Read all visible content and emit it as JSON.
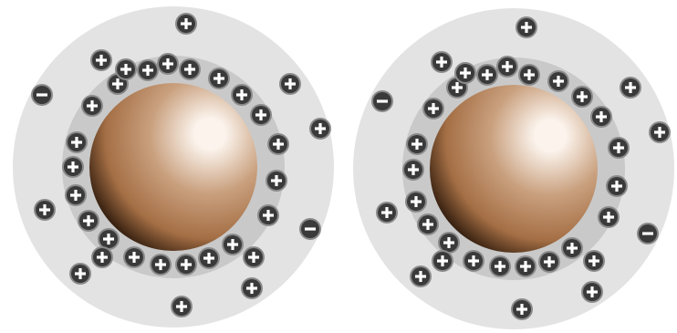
{
  "colors": {
    "background": "#ffffff",
    "diffuse_layer": "#e3e3e3",
    "stern_layer": "#c9c9c9",
    "ion_fill": "#3a3a3a",
    "ion_ring": "#8a8a8a",
    "ion_symbol": "#ffffff",
    "particle_highlight": "#fbf3ec",
    "particle_mid": "#c9a07e",
    "particle_base": "#a56f45",
    "particle_shadow": "#2e1a0c"
  },
  "icons": {
    "positive": "plus-ion-icon",
    "negative": "minus-ion-icon"
  },
  "particles": [
    {
      "ions": [
        {
          "id": "p1",
          "sign": "+"
        },
        {
          "id": "p2",
          "sign": "+"
        },
        {
          "id": "p3",
          "sign": "+"
        },
        {
          "id": "p4",
          "sign": "+"
        },
        {
          "id": "p5",
          "sign": "+"
        },
        {
          "id": "p6",
          "sign": "+"
        },
        {
          "id": "p7",
          "sign": "+"
        },
        {
          "id": "p8",
          "sign": "+"
        },
        {
          "id": "p9",
          "sign": "+"
        },
        {
          "id": "p10",
          "sign": "+"
        },
        {
          "id": "p11",
          "sign": "+"
        },
        {
          "id": "p12",
          "sign": "+"
        },
        {
          "id": "p13",
          "sign": "+"
        },
        {
          "id": "p14",
          "sign": "+"
        },
        {
          "id": "p15",
          "sign": "+"
        },
        {
          "id": "p16",
          "sign": "+"
        },
        {
          "id": "p17",
          "sign": "+"
        },
        {
          "id": "p18",
          "sign": "+"
        },
        {
          "id": "p19",
          "sign": "+"
        },
        {
          "id": "p20",
          "sign": "+"
        },
        {
          "id": "p21",
          "sign": "+"
        },
        {
          "id": "p22",
          "sign": "+"
        },
        {
          "id": "p23",
          "sign": "+"
        },
        {
          "id": "p24",
          "sign": "+"
        },
        {
          "id": "p25",
          "sign": "+"
        },
        {
          "id": "p26",
          "sign": "+"
        },
        {
          "id": "p27",
          "sign": "+"
        },
        {
          "id": "p28",
          "sign": "+"
        },
        {
          "id": "p29",
          "sign": "+"
        },
        {
          "id": "p30",
          "sign": "+"
        },
        {
          "id": "p31",
          "sign": "+"
        },
        {
          "id": "p32",
          "sign": "+"
        },
        {
          "id": "n1",
          "sign": "−"
        },
        {
          "id": "n2",
          "sign": "−"
        }
      ]
    },
    {
      "ions": [
        {
          "id": "p1",
          "sign": "+"
        },
        {
          "id": "p2",
          "sign": "+"
        },
        {
          "id": "p3",
          "sign": "+"
        },
        {
          "id": "p4",
          "sign": "+"
        },
        {
          "id": "p5",
          "sign": "+"
        },
        {
          "id": "p6",
          "sign": "+"
        },
        {
          "id": "p7",
          "sign": "+"
        },
        {
          "id": "p8",
          "sign": "+"
        },
        {
          "id": "p9",
          "sign": "+"
        },
        {
          "id": "p10",
          "sign": "+"
        },
        {
          "id": "p11",
          "sign": "+"
        },
        {
          "id": "p12",
          "sign": "+"
        },
        {
          "id": "p13",
          "sign": "+"
        },
        {
          "id": "p14",
          "sign": "+"
        },
        {
          "id": "p15",
          "sign": "+"
        },
        {
          "id": "p16",
          "sign": "+"
        },
        {
          "id": "p17",
          "sign": "+"
        },
        {
          "id": "p18",
          "sign": "+"
        },
        {
          "id": "p19",
          "sign": "+"
        },
        {
          "id": "p20",
          "sign": "+"
        },
        {
          "id": "p21",
          "sign": "+"
        },
        {
          "id": "p22",
          "sign": "+"
        },
        {
          "id": "p23",
          "sign": "+"
        },
        {
          "id": "p24",
          "sign": "+"
        },
        {
          "id": "p25",
          "sign": "+"
        },
        {
          "id": "p26",
          "sign": "+"
        },
        {
          "id": "p27",
          "sign": "+"
        },
        {
          "id": "p28",
          "sign": "+"
        },
        {
          "id": "p29",
          "sign": "+"
        },
        {
          "id": "p30",
          "sign": "+"
        },
        {
          "id": "p31",
          "sign": "+"
        },
        {
          "id": "p32",
          "sign": "+"
        },
        {
          "id": "n1",
          "sign": "−"
        },
        {
          "id": "n2",
          "sign": "−"
        }
      ]
    }
  ]
}
